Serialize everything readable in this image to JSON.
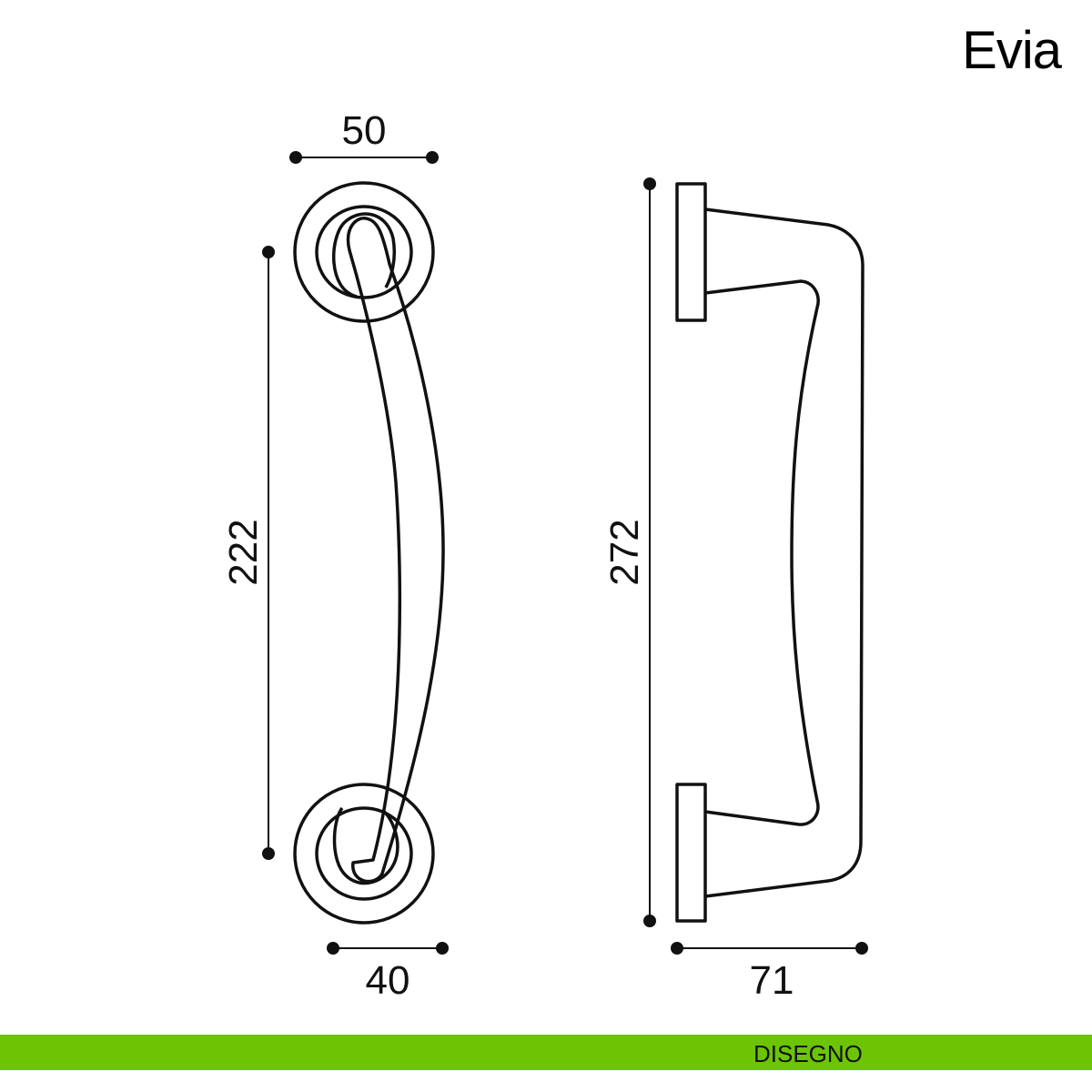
{
  "product_name": "Evia",
  "dimensions": {
    "front_rosette_width": "50",
    "front_height": "222",
    "front_base_width": "40",
    "side_height": "272",
    "side_depth": "71"
  },
  "footer": {
    "label": "DISEGNO"
  },
  "colors": {
    "accent": "#6cc404",
    "line": "#111111"
  }
}
